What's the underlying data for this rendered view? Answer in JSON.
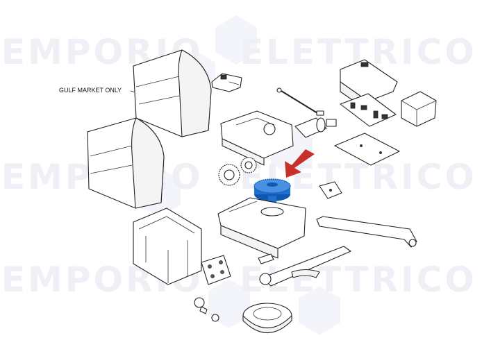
{
  "watermark": {
    "text_left": "EMPORIO",
    "text_right": "ELETTRICO",
    "color": "#eef0f6"
  },
  "callout": {
    "label": "GULF MARKET ONLY"
  },
  "highlight": {
    "gear_color": "#1e6fd0",
    "arrow_color": "#c9302c"
  }
}
